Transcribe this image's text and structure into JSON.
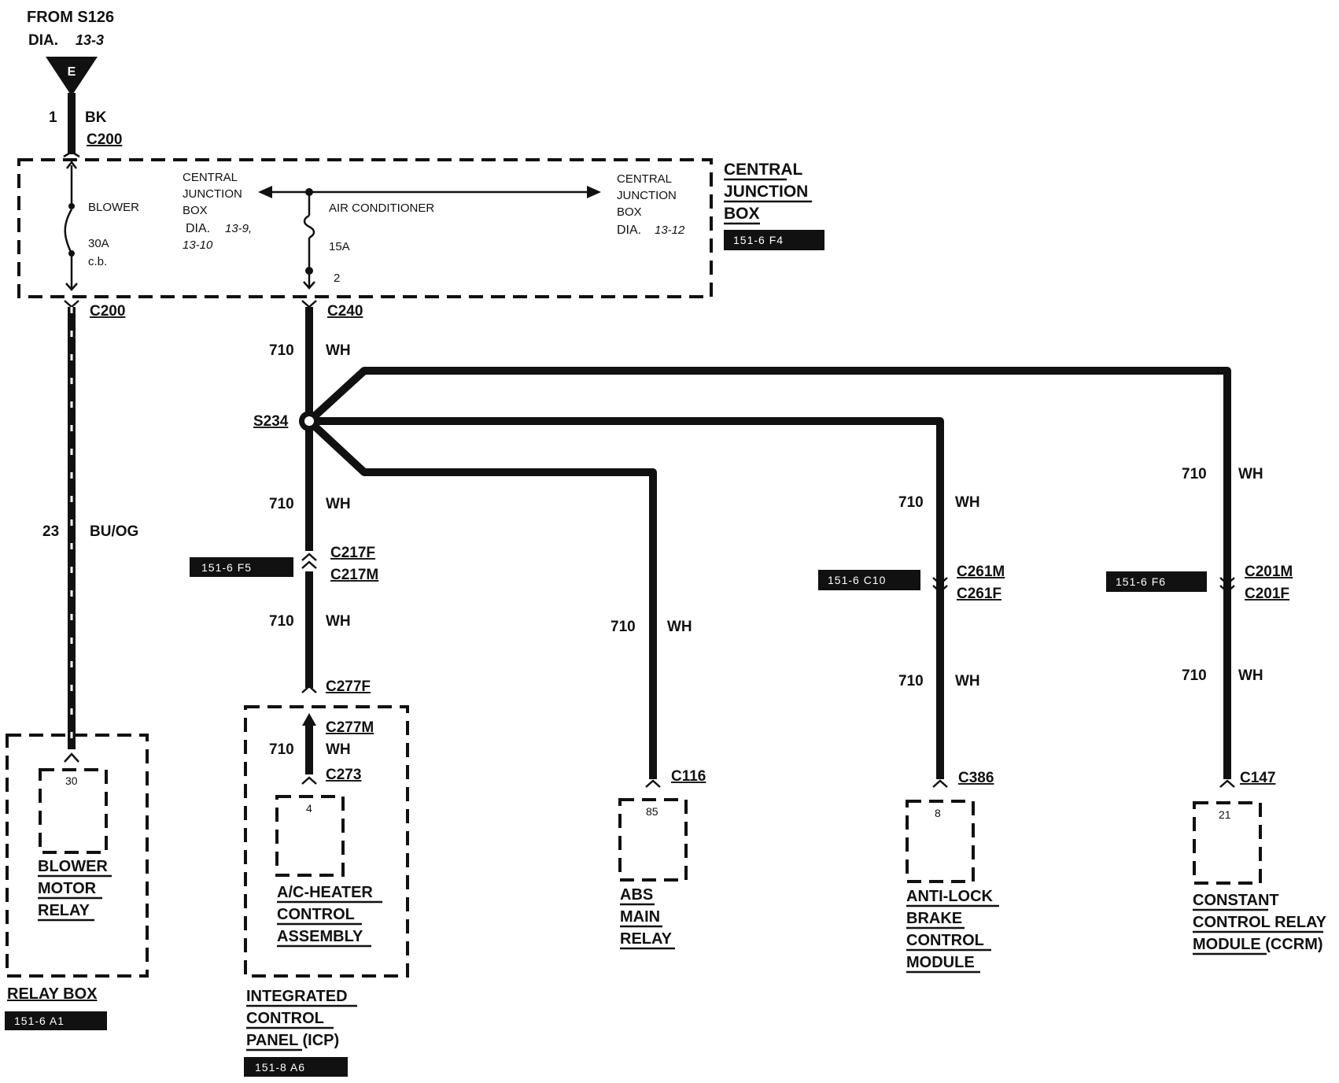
{
  "source": {
    "from": "FROM S126",
    "dia_prefix": "DIA.",
    "dia_ref": "13-3",
    "connector_letter": "E"
  },
  "feed": {
    "pin": "1",
    "color": "BK",
    "connector": "C200"
  },
  "cjb": {
    "title_lines": [
      "CENTRAL",
      "JUNCTION",
      "BOX"
    ],
    "ref": "151-6 F4",
    "blower_label": "BLOWER",
    "breaker_rating": "30A",
    "breaker_type": "c.b.",
    "left_ref_lines": [
      "CENTRAL",
      "JUNCTION",
      "BOX"
    ],
    "left_dia_prefix": "DIA.",
    "left_dia_1": "13-9,",
    "left_dia_2": "13-10",
    "ac_label": "AIR CONDITIONER",
    "fuse_rating": "15A",
    "fuse_pin": "2",
    "right_ref_lines": [
      "CENTRAL",
      "JUNCTION",
      "BOX"
    ],
    "right_dia_prefix": "DIA.",
    "right_dia": "13-12"
  },
  "blower_circuit": {
    "connector": "C200",
    "pin": "23",
    "color": "BU/OG"
  },
  "ac_circuit": {
    "connector": "C240",
    "circuit": "710",
    "color": "WH",
    "splice": "S234"
  },
  "relay_box": {
    "title": "RELAY BOX",
    "ref": "151-6 A1",
    "pin": "30",
    "lines": [
      "BLOWER",
      "MOTOR",
      "RELAY"
    ]
  },
  "icp_branch": {
    "circuit": "710",
    "color": "WH",
    "conn_f": "C217F",
    "conn_m": "C217M",
    "ref": "151-6 F5",
    "conn_277f": "C277F",
    "conn_277m": "C277M",
    "conn_273": "C273",
    "pin": "4",
    "module_lines": [
      "A/C-HEATER",
      "CONTROL",
      "ASSEMBLY"
    ],
    "panel_lines": [
      "INTEGRATED",
      "CONTROL",
      "PANEL (ICP)"
    ],
    "panel_ref": "151-8 A6"
  },
  "abs_branch": {
    "circuit": "710",
    "color": "WH",
    "connector": "C116",
    "pin": "85",
    "lines": [
      "ABS",
      "MAIN",
      "RELAY"
    ]
  },
  "brake_branch": {
    "circuit": "710",
    "color": "WH",
    "conn_m": "C261M",
    "conn_f": "C261F",
    "ref": "151-6 C10",
    "connector": "C386",
    "pin": "8",
    "lines": [
      "ANTI-LOCK",
      "BRAKE",
      "CONTROL",
      "MODULE"
    ]
  },
  "ccrm_branch": {
    "circuit": "710",
    "color": "WH",
    "conn_m": "C201M",
    "conn_f": "C201F",
    "ref": "151-6 F6",
    "connector": "C147",
    "pin": "21",
    "lines": [
      "CONSTANT",
      "CONTROL RELAY",
      "MODULE (CCRM)"
    ]
  }
}
